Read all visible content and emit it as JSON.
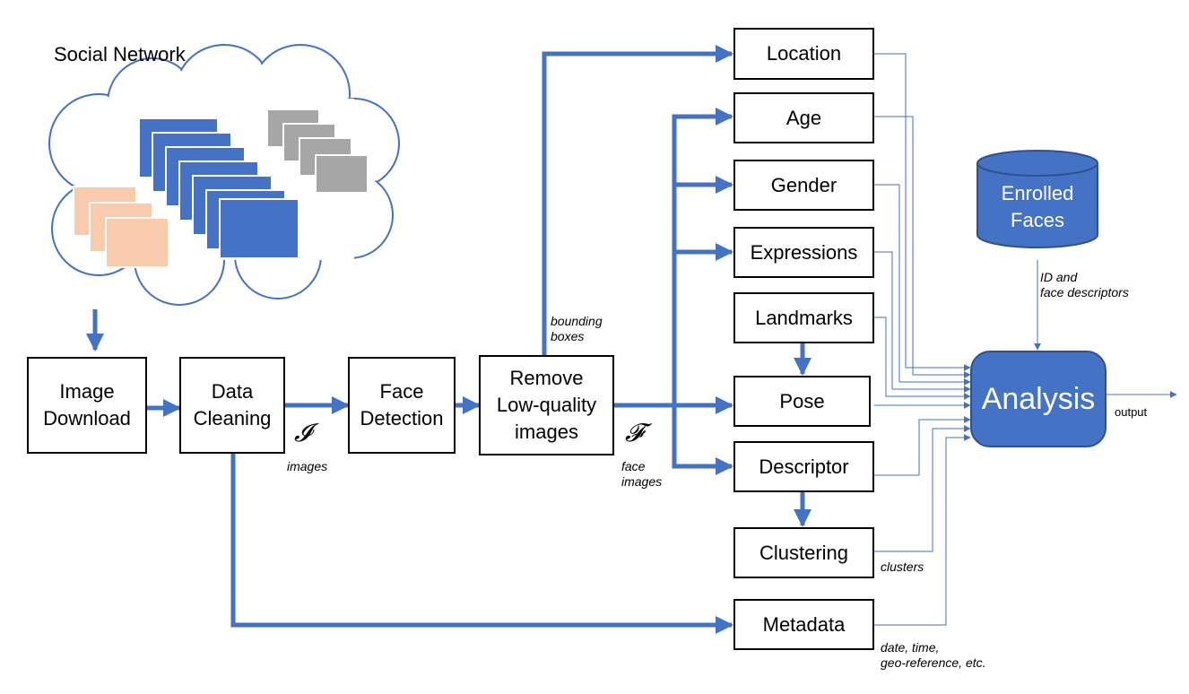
{
  "title": "Social Network",
  "boxes": {
    "image_download": "Image\nDownload",
    "data_cleaning": "Data\nCleaning",
    "face_detection": "Face\nDetection",
    "remove_lowq": "Remove\nLow-quality\nimages",
    "location": "Location",
    "age": "Age",
    "gender": "Gender",
    "expressions": "Expressions",
    "landmarks": "Landmarks",
    "pose": "Pose",
    "descriptor": "Descriptor",
    "clustering": "Clustering",
    "metadata": "Metadata"
  },
  "analysis": "Analysis",
  "database": "Enrolled\nFaces",
  "labels": {
    "images_symbol": "𝓘",
    "images": "images",
    "faces_symbol": "𝓕",
    "face_images": "face\nimages",
    "bounding_boxes": "bounding\nboxes",
    "id_descriptors": "ID and\nface descriptors",
    "output": "output",
    "clusters": "clusters",
    "metadata_note": "date, time,\ngeo-reference, etc."
  },
  "colors": {
    "accent": "#4472c4",
    "cloud_blue": "#4472c4",
    "cloud_peach": "#f8cbad",
    "cloud_gray": "#a6a6a6"
  }
}
